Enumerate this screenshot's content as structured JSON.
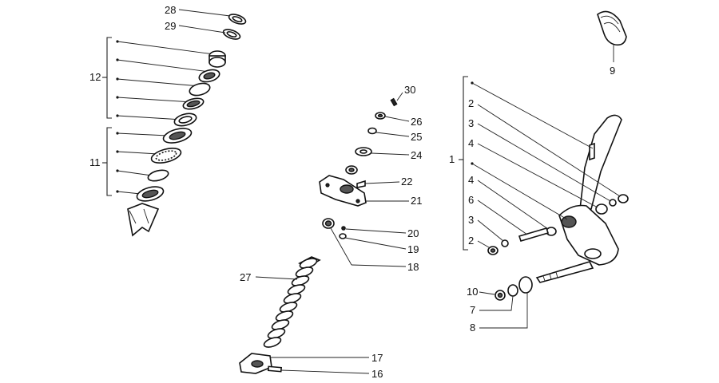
{
  "callouts": {
    "c1": "1",
    "c2a": "2",
    "c2b": "2",
    "c3a": "3",
    "c3b": "3",
    "c4a": "4",
    "c4b": "4",
    "c6": "6",
    "c7": "7",
    "c8": "8",
    "c9": "9",
    "c10": "10",
    "c11": "11",
    "c12": "12",
    "c16": "16",
    "c17": "17",
    "c18": "18",
    "c19": "19",
    "c20": "20",
    "c21": "21",
    "c22": "22",
    "c24": "24",
    "c25": "25",
    "c26": "26",
    "c27": "27",
    "c28": "28",
    "c29": "29",
    "c30": "30"
  },
  "parts": {
    "p1": "kick-start-lever",
    "p2": "bush",
    "p3": "washer",
    "p4": "o-ring",
    "p6": "pin",
    "p7": "washer",
    "p8": "circlip",
    "p9": "pedal-rubber",
    "p10": "nut",
    "p11": "lower-bearing-group",
    "p12": "upper-bearing-group",
    "p16": "screw",
    "p17": "spring-retainer",
    "p18": "bushing",
    "p19": "washer",
    "p20": "nut",
    "p21": "plate",
    "p22": "screw",
    "p24": "washer",
    "p25": "nut",
    "p26": "nut",
    "p27": "coil-spring",
    "p28": "ring",
    "p29": "ring",
    "p30": "pin"
  },
  "colors": {
    "ink": "#111111",
    "paper": "#ffffff"
  }
}
